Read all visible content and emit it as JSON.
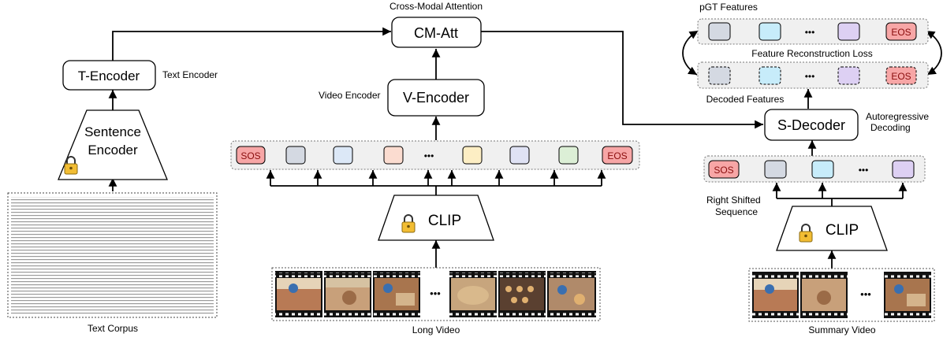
{
  "labels": {
    "cross_modal_attention": "Cross-Modal Attention",
    "cm_att": "CM-Att",
    "text_encoder_caption": "Text Encoder",
    "t_encoder": "T-Encoder",
    "sentence_encoder_line1": "Sentence",
    "sentence_encoder_line2": "Encoder",
    "video_encoder_caption": "Video Encoder",
    "v_encoder": "V-Encoder",
    "clip": "CLIP",
    "sos": "SOS",
    "eos": "EOS",
    "ellipsis": "•••",
    "text_corpus": "Text Corpus",
    "long_video": "Long Video",
    "summary_video": "Summary Video",
    "pgt_features": "pGT Features",
    "feature_reconstruction_loss": "Feature Reconstruction Loss",
    "decoded_features": "Decoded Features",
    "s_decoder": "S-Decoder",
    "autoregressive_line1": "Autoregressive",
    "autoregressive_line2": "Decoding",
    "right_shifted_line1": "Right Shifted",
    "right_shifted_line2": "Sequence"
  },
  "colors": {
    "token_gray": "#d4d9e2",
    "token_blue_light": "#dce8f7",
    "token_salmon": "#fbdcd0",
    "token_yellow": "#fdeec4",
    "token_lavender": "#dfe2f4",
    "token_green": "#dcefd6",
    "token_cyan": "#c7ecfa",
    "token_purple": "#ddd0f3",
    "token_red": "#f7a6a6",
    "strip_bg": "#f0f0f0",
    "lock_gold": "#f2bd33"
  }
}
